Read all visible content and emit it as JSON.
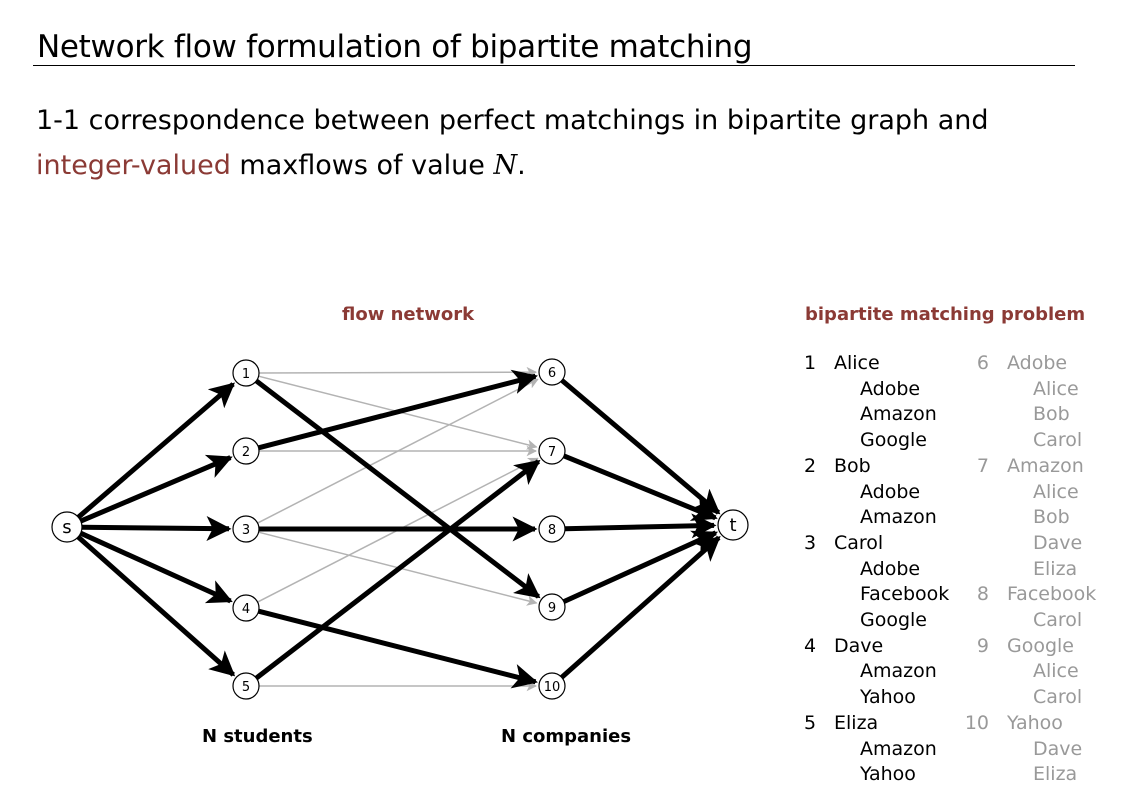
{
  "header": {
    "title": "Network flow formulation of bipartite matching"
  },
  "intro": {
    "line1": "1-1 correspondence between perfect matchings in bipartite graph and",
    "highlight": "integer-valued",
    "rest": " maxflows of value ",
    "math": "N",
    "period": "."
  },
  "diagram": {
    "caption": "flow network",
    "source_label": "s",
    "sink_label": "t",
    "student_nodes": [
      "1",
      "2",
      "3",
      "4",
      "5"
    ],
    "company_nodes": [
      "6",
      "7",
      "8",
      "9",
      "10"
    ],
    "students_label": "N students",
    "companies_label": "N companies",
    "source_edges": [
      {
        "to": "1",
        "flow": true
      },
      {
        "to": "2",
        "flow": true
      },
      {
        "to": "3",
        "flow": true
      },
      {
        "to": "4",
        "flow": true
      },
      {
        "to": "5",
        "flow": true
      }
    ],
    "middle_edges": [
      {
        "from": "1",
        "to": "6",
        "flow": false
      },
      {
        "from": "1",
        "to": "7",
        "flow": false
      },
      {
        "from": "1",
        "to": "9",
        "flow": true
      },
      {
        "from": "2",
        "to": "6",
        "flow": true
      },
      {
        "from": "2",
        "to": "7",
        "flow": false
      },
      {
        "from": "3",
        "to": "6",
        "flow": false
      },
      {
        "from": "3",
        "to": "8",
        "flow": true
      },
      {
        "from": "3",
        "to": "9",
        "flow": false
      },
      {
        "from": "4",
        "to": "7",
        "flow": false
      },
      {
        "from": "4",
        "to": "10",
        "flow": true
      },
      {
        "from": "5",
        "to": "7",
        "flow": true
      },
      {
        "from": "5",
        "to": "10",
        "flow": false
      }
    ],
    "sink_edges": [
      {
        "from": "6",
        "flow": true
      },
      {
        "from": "7",
        "flow": true
      },
      {
        "from": "8",
        "flow": true
      },
      {
        "from": "9",
        "flow": true
      },
      {
        "from": "10",
        "flow": true
      }
    ],
    "colors": {
      "flow": "#000000",
      "no_flow": "#b3b3b3",
      "accent": "#8b3a35"
    }
  },
  "matching": {
    "caption": "bipartite matching problem",
    "students": [
      {
        "num": "1",
        "name": "Alice",
        "prefs": [
          "Adobe",
          "Amazon",
          "Google"
        ]
      },
      {
        "num": "2",
        "name": "Bob",
        "prefs": [
          "Adobe",
          "Amazon"
        ]
      },
      {
        "num": "3",
        "name": "Carol",
        "prefs": [
          "Adobe",
          "Facebook",
          "Google"
        ]
      },
      {
        "num": "4",
        "name": "Dave",
        "prefs": [
          "Amazon",
          "Yahoo"
        ]
      },
      {
        "num": "5",
        "name": "Eliza",
        "prefs": [
          "Amazon",
          "Yahoo"
        ]
      }
    ],
    "companies": [
      {
        "num": "6",
        "name": "Adobe",
        "prefs": [
          "Alice",
          "Bob",
          "Carol"
        ]
      },
      {
        "num": "7",
        "name": "Amazon",
        "prefs": [
          "Alice",
          "Bob",
          "Dave",
          "Eliza"
        ]
      },
      {
        "num": "8",
        "name": "Facebook",
        "prefs": [
          "Carol"
        ]
      },
      {
        "num": "9",
        "name": "Google",
        "prefs": [
          "Alice",
          "Carol"
        ]
      },
      {
        "num": "10",
        "name": "Yahoo",
        "prefs": [
          "Dave",
          "Eliza"
        ]
      }
    ]
  }
}
